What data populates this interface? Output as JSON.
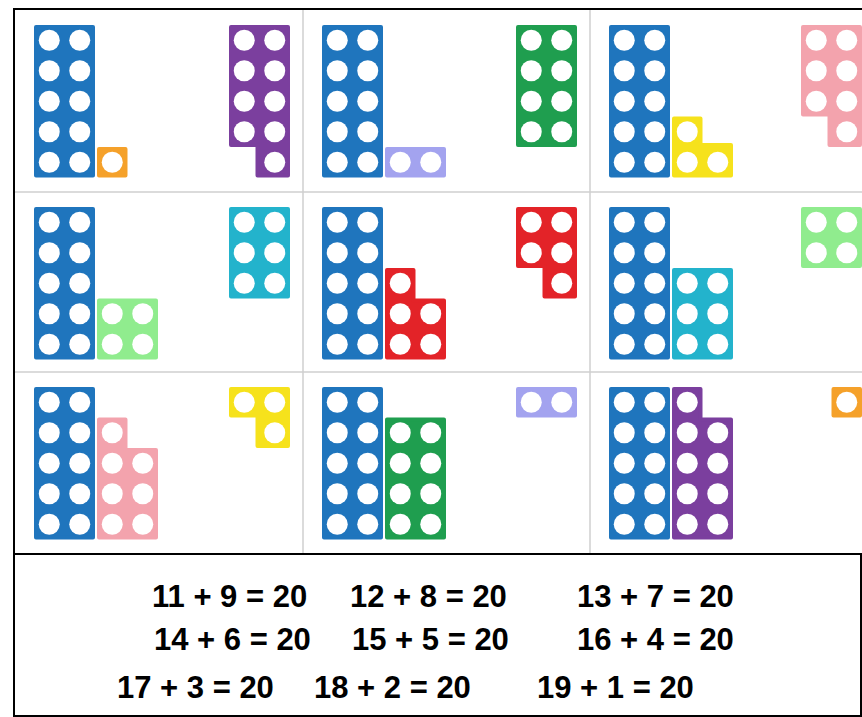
{
  "diagram": {
    "nodes": [
      {
        "text": [
          "11 + 9 = 20",
          "12 + 8 = 20",
          "13 + 7 = 20",
          "14 + 6 = 20",
          "15 + 5 = 20",
          "16 + 4 = 20",
          "17 + 3 = 20",
          "18 + 2 = 20",
          "19 + 1 = 20"
        ]
      }
    ]
  }
}
